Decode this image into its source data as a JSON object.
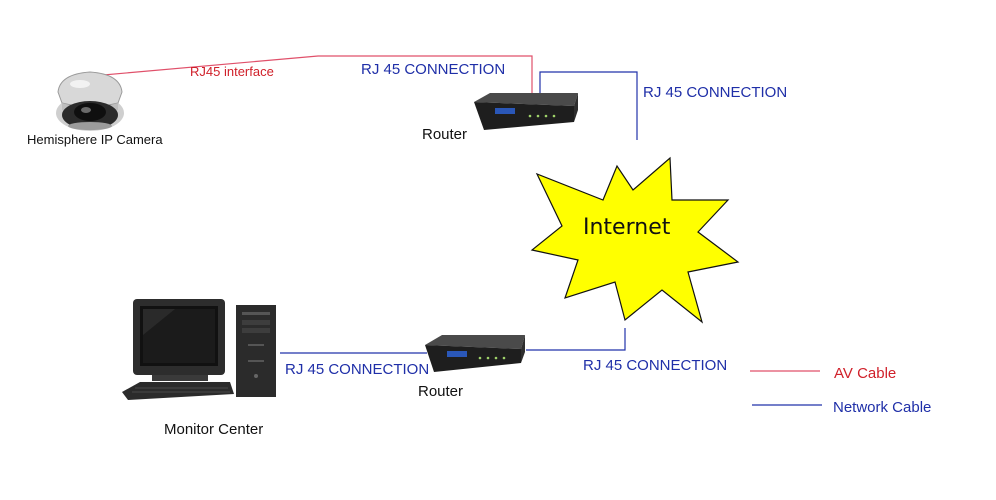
{
  "labels": {
    "camera": "Hemisphere IP Camera",
    "rj45_interface": "RJ45 interface",
    "router_top": "Router",
    "router_bottom": "Router",
    "monitor_center": "Monitor Center",
    "internet": "Internet",
    "conn_top_left": "RJ 45 CONNECTION",
    "conn_top_right": "RJ 45 CONNECTION",
    "conn_bottom_left": "RJ 45 CONNECTION",
    "conn_bottom_right": "RJ 45 CONNECTION"
  },
  "legend": {
    "av_cable": "AV Cable",
    "network_cable": "Network Cable"
  },
  "colors": {
    "av_cable": "#e0506a",
    "network_cable": "#2233aa",
    "burst_fill": "#ffff00"
  },
  "icons": {
    "camera": "dome-camera-icon",
    "router": "router-icon",
    "computer": "desktop-computer-icon",
    "cloud": "internet-burst-icon"
  }
}
